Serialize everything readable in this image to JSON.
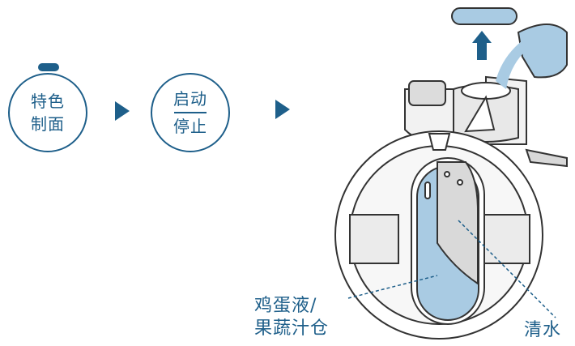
{
  "buttons": {
    "special": {
      "line1": "特色",
      "line2": "制面"
    },
    "start_stop": {
      "line1": "启动",
      "line2": "停止"
    }
  },
  "labels": {
    "egg_line1": "鸡蛋液/",
    "egg_line2": "果蔬汁仓",
    "water": "清水"
  },
  "colors": {
    "accent": "#1e5f8a",
    "liquid": "#a9cbe3",
    "outline": "#333333"
  }
}
